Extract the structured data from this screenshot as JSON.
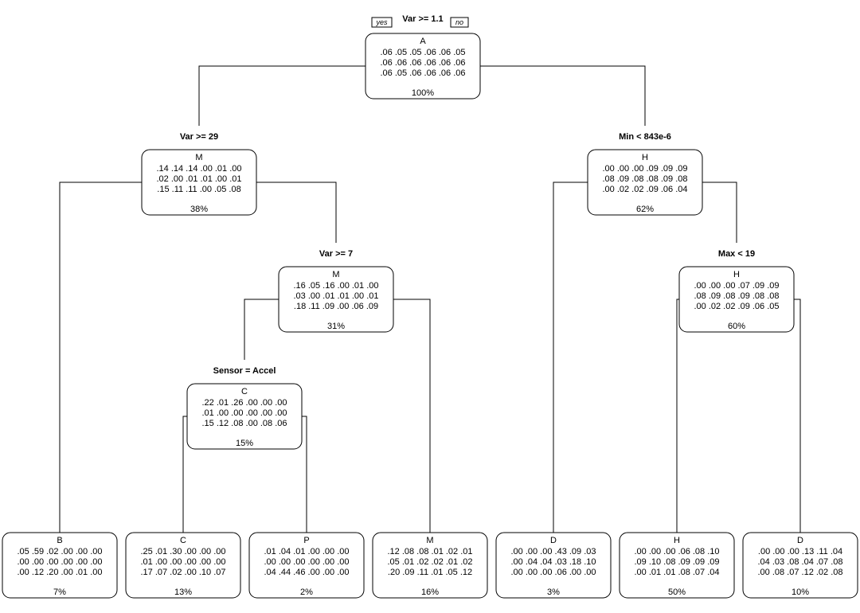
{
  "legend": {
    "yes_label": "yes",
    "no_label": "no"
  },
  "nodes": {
    "root": {
      "class": "A",
      "rows": [
        ".06 .05 .05 .06 .06 .05",
        ".06 .06 .06 .06 .06 .06",
        ".06 .05 .06 .06 .06 .06"
      ],
      "pct": "100%",
      "split": "Var >= 1.1"
    },
    "n2": {
      "class": "M",
      "rows": [
        ".14 .14 .14 .00 .01 .00",
        ".02 .00 .01 .01 .00 .01",
        ".15 .11 .11 .00 .05 .08"
      ],
      "pct": "38%",
      "split": "Var >= 29"
    },
    "n3": {
      "class": "H",
      "rows": [
        ".00 .00 .00 .09 .09 .09",
        ".08 .09 .08 .08 .09 .08",
        ".00 .02 .02 .09 .06 .04"
      ],
      "pct": "62%",
      "split": "Min < 843e-6"
    },
    "n5": {
      "class": "M",
      "rows": [
        ".16 .05 .16 .00 .01 .00",
        ".03 .00 .01 .01 .00 .01",
        ".18 .11 .09 .00 .06 .09"
      ],
      "pct": "31%",
      "split": "Var >= 7"
    },
    "n7": {
      "class": "H",
      "rows": [
        ".00 .00 .00 .07 .09 .09",
        ".08 .09 .08 .09 .08 .08",
        ".00 .02 .02 .09 .06 .05"
      ],
      "pct": "60%",
      "split": "Max < 19"
    },
    "n10": {
      "class": "C",
      "rows": [
        ".22 .01 .26 .00 .00 .00",
        ".01 .00 .00 .00 .00 .00",
        ".15 .12 .08 .00 .08 .06"
      ],
      "pct": "15%",
      "split": "Sensor = Accel"
    },
    "l1": {
      "class": "B",
      "rows": [
        ".05 .59 .02 .00 .00 .00",
        ".00 .00 .00 .00 .00 .00",
        ".00 .12 .20 .00 .01 .00"
      ],
      "pct": "7%"
    },
    "l2": {
      "class": "C",
      "rows": [
        ".25 .01 .30 .00 .00 .00",
        ".01 .00 .00 .00 .00 .00",
        ".17 .07 .02 .00 .10 .07"
      ],
      "pct": "13%"
    },
    "l3": {
      "class": "P",
      "rows": [
        ".01 .04 .01 .00 .00 .00",
        ".00 .00 .00 .00 .00 .00",
        ".04 .44 .46 .00 .00 .00"
      ],
      "pct": "2%"
    },
    "l4": {
      "class": "M",
      "rows": [
        ".12 .08 .08 .01 .02 .01",
        ".05 .01 .02 .02 .01 .02",
        ".20 .09 .11 .01 .05 .12"
      ],
      "pct": "16%"
    },
    "l5": {
      "class": "D",
      "rows": [
        ".00 .00 .00 .43 .09 .03",
        ".00 .04 .04 .03 .18 .10",
        ".00 .00 .00 .06 .00 .00"
      ],
      "pct": "3%"
    },
    "l6": {
      "class": "H",
      "rows": [
        ".00 .00 .00 .06 .08 .10",
        ".09 .10 .08 .09 .09 .09",
        ".00 .01 .01 .08 .07 .04"
      ],
      "pct": "50%"
    },
    "l7": {
      "class": "D",
      "rows": [
        ".00 .00 .00 .13 .11 .04",
        ".04 .03 .08 .04 .07 .08",
        ".00 .08 .07 .12 .02 .08"
      ],
      "pct": "10%"
    }
  }
}
